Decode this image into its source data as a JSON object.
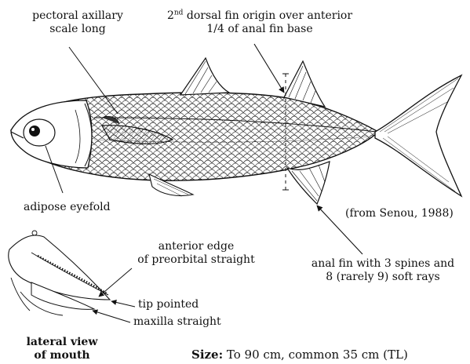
{
  "labels": {
    "pectoral_line1": "pectoral axillary",
    "pectoral_line2": "scale long",
    "dorsal_line1_num": "2",
    "dorsal_line1_sup": "nd",
    "dorsal_line1_rest": " dorsal fin origin over anterior",
    "dorsal_line2": "1/4 of anal fin base",
    "adipose": "adipose eyefold",
    "source": "(from Senou, 1988)",
    "anal_line1": "anal fin with 3 spines and",
    "anal_line2": "8 (rarely 9) soft rays",
    "preorbital_line1": "anterior edge",
    "preorbital_line2": "of preorbital straight",
    "tip": "tip pointed",
    "maxilla": "maxilla straight",
    "lateral_line1": "lateral view",
    "lateral_line2": "of mouth",
    "size_label": "Size:",
    "size_text": "To 90 cm, common 35 cm (TL)"
  },
  "colors": {
    "ink": "#111111",
    "paper": "#ffffff"
  }
}
